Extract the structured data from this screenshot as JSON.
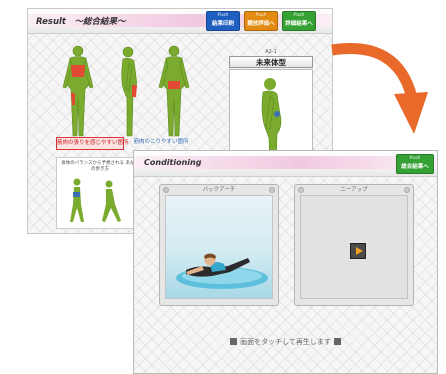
{
  "result_screen": {
    "title": "Result　～総合結果～",
    "nav_buttons": [
      {
        "push": "Push",
        "label": "結果印刷",
        "color": "#1f5fbf"
      },
      {
        "push": "Push",
        "label": "競技評価へ",
        "color": "#e38a12"
      },
      {
        "push": "Push",
        "label": "詳細結果へ",
        "color": "#35a135"
      }
    ],
    "legend_red": "筋肉の張りを感じやすい箇所",
    "legend_blue": "筋肉のこりやすい箇所",
    "type_code": "A2-1",
    "type_name": "未来体型",
    "bottom_panel_text": "身体のバランスから予想される あなたの歩き方"
  },
  "conditioning_screen": {
    "title": "Conditioning",
    "nav_button": {
      "push": "Push",
      "label": "総合結果へ",
      "color": "#35a135"
    },
    "exercises": [
      {
        "label": "バックアーチ"
      },
      {
        "label": "ニーアップ"
      }
    ],
    "instruction": "画面をタッチして再生します"
  },
  "icons": {
    "arrow": "curved-arrow-icon",
    "play": "play-icon"
  },
  "colors": {
    "arrow": "#e8692a",
    "figure_green": "#7aaa2e",
    "highlight_red": "#e24a35",
    "highlight_blue": "#3b6fb5"
  }
}
